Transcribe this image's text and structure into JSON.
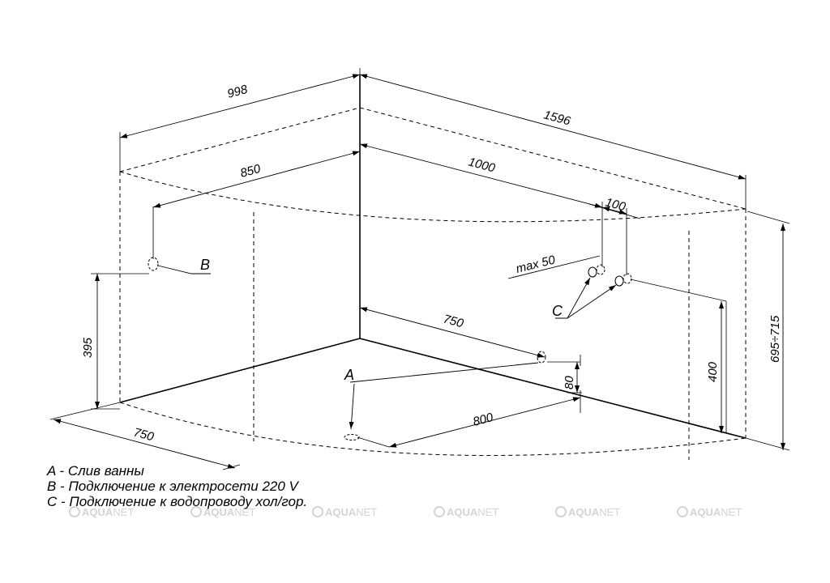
{
  "dimensions": {
    "d998": "998",
    "d1596": "1596",
    "d850": "850",
    "d1000": "1000",
    "d100": "100",
    "dmax50": "max  50",
    "d395": "395",
    "d750_inner": "750",
    "d750_outer": "750",
    "d800": "800",
    "d80": "80",
    "d400": "400",
    "d695_715": "695÷715"
  },
  "labels": {
    "a": "A",
    "b": "B",
    "c": "C"
  },
  "legend": {
    "a": "A - Слив ванны",
    "b": "B - Подключение к электросети 220 V",
    "c": "C - Подключение к водопроводу хол/гор."
  },
  "watermark": {
    "brand_bold": "AQUA",
    "brand_light": "NET",
    "mark": "®"
  }
}
